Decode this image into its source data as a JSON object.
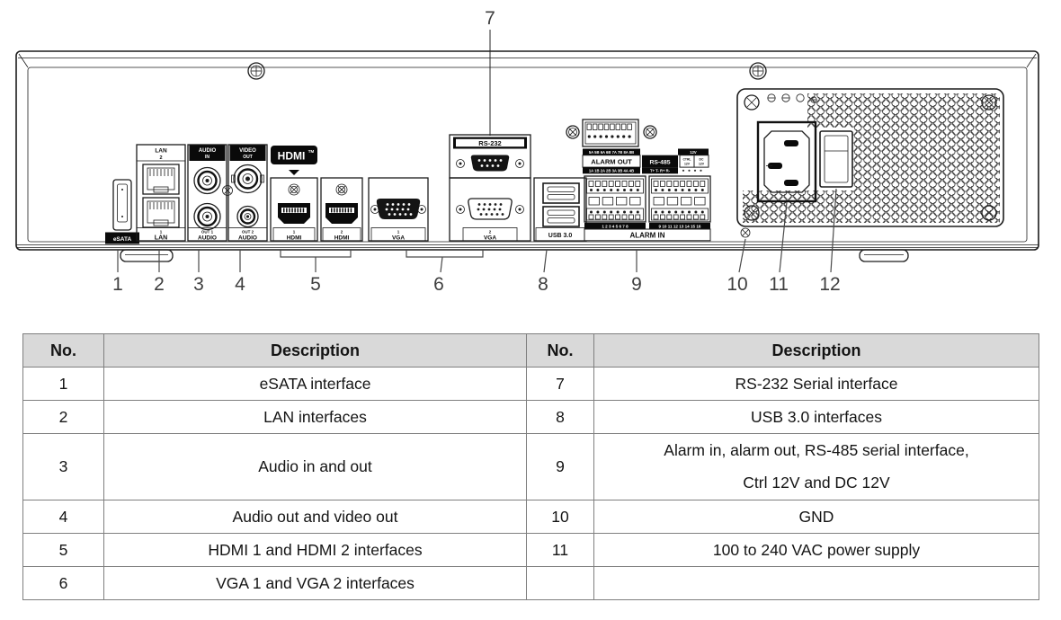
{
  "diagram": {
    "callouts": {
      "c1": "1",
      "c2": "2",
      "c3": "3",
      "c4": "4",
      "c5": "5",
      "c6": "6",
      "c7": "7",
      "c8": "8",
      "c9": "9",
      "c10": "10",
      "c11": "11",
      "c12": "12"
    },
    "labels": {
      "esata": "eSATA",
      "lan_top_l1": "LAN",
      "lan_top_l2": "2",
      "lan_bottom_l1": "1",
      "lan_bottom_l2": "LAN",
      "audio_top_l1": "AUDIO",
      "audio_top_l2": "IN",
      "audio_bottom_l1": "OUT 1",
      "audio_bottom_l2": "AUDIO",
      "video_top_l1": "VIDEO",
      "video_top_l2": "OUT",
      "video_bottom_l1": "OUT 2",
      "video_bottom_l2": "AUDIO",
      "hdmi_logo": "HDMI",
      "hdmi_logo_tm": "TM",
      "hdmi1_l1": "1",
      "hdmi1_l2": "HDMI",
      "hdmi2_l1": "2",
      "hdmi2_l2": "HDMI",
      "vga1_l1": "1",
      "vga1_l2": "VGA",
      "vga2_l1": "2",
      "vga2_l2": "VGA",
      "rs232": "RS-232",
      "usb": "USB 3.0",
      "alarm_out_top_nums": "5A 5B 6A 6B 7A 7B 8A 8B",
      "alarm_out": "ALARM OUT",
      "alarm_out_bottom_nums": "1A 1B 2A 2B 3A 3B 4A 4B",
      "v12_header": "12V",
      "rs485": "RS-485",
      "rs485_sub": "T+ T- R+ R-",
      "ctrl_cell_l1": "CTRL",
      "ctrl_cell_l2": "12V",
      "dc_cell_l1": "DC",
      "dc_cell_l2": "12V",
      "alarm_in_nums_left": "1 2 3 4 5 6 7 8",
      "alarm_in_nums_right": "9 10 11 12 13 14 15 16",
      "alarm_in": "ALARM IN"
    }
  },
  "table": {
    "headers": [
      "No.",
      "Description",
      "No.",
      "Description"
    ],
    "rows": [
      [
        "1",
        "eSATA interface",
        "7",
        "RS-232 Serial interface"
      ],
      [
        "2",
        "LAN interfaces",
        "8",
        "USB 3.0 interfaces"
      ],
      [
        "3",
        "Audio in and out",
        "9",
        "Alarm in, alarm out, RS-485 serial interface,\nCtrl 12V and DC 12V"
      ],
      [
        "4",
        "Audio out and video out",
        "10",
        "GND"
      ],
      [
        "5",
        "HDMI 1 and HDMI 2 interfaces",
        "11",
        "100 to 240 VAC power supply"
      ],
      [
        "6",
        "VGA 1 and VGA 2 interfaces",
        "",
        ""
      ]
    ]
  },
  "colors": {
    "table_header_bg": "#d9d9d9",
    "table_border": "#7f7f7f",
    "line": "#1c1c1c",
    "callout": "#3f3f3f",
    "label_bg": "#0a0a0a",
    "label_fg": "#ffffff"
  }
}
